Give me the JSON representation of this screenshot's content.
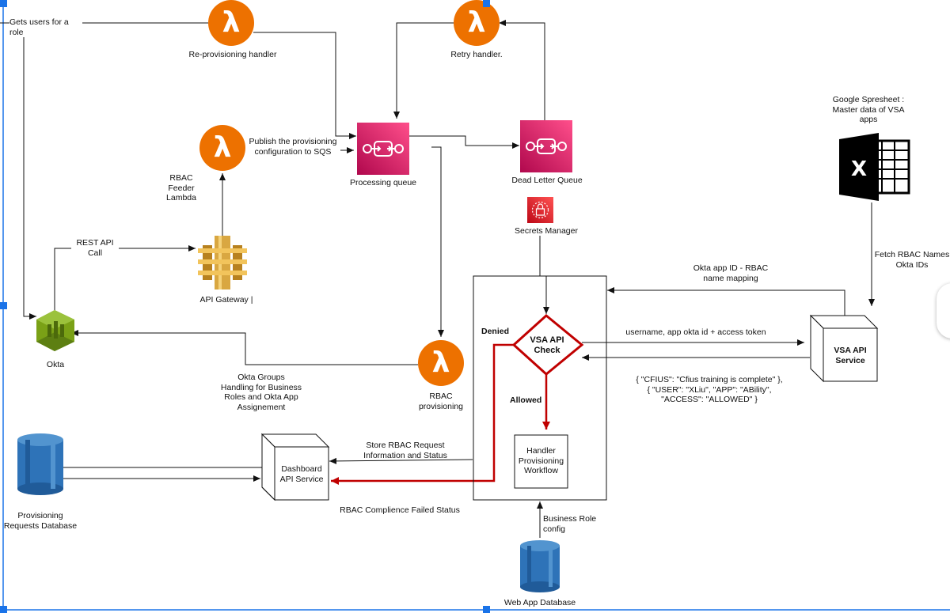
{
  "nodes": {
    "reprovisioning_handler": "Re-provisioning handler",
    "retry_handler": "Retry handler.",
    "rbac_feeder_lambda": "RBAC\nFeeder\nLambda",
    "processing_queue": "Processing queue",
    "dead_letter_queue": "Dead Letter Queue",
    "secrets_manager": "Secrets Manager",
    "api_gateway": "API Gateway |",
    "okta": "Okta",
    "rbac_provisioning": "RBAC\nprovisioning",
    "provisioning_requests_database": "Provisioning\nRequests Database",
    "dashboard_api_service": "Dashboard\nAPI Service",
    "vsa_api_check": "VSA API\nCheck",
    "handler_provisioning_workflow": "Handler\nProvisioning\nWorkflow",
    "vsa_api_service": "VSA API\nService",
    "google_spreadsheet": "Google Spresheet :\nMaster data of VSA\napps",
    "web_app_database": "Web App Database"
  },
  "edges": {
    "gets_users_for_role": "Gets users for a role",
    "publish_config": "Publish the provisioning\nconfiguration to SQS",
    "rest_api_call": "REST API\nCall",
    "okta_groups_handling": "Okta Groups\nHandling for Business\nRoles and Okta App\nAssignement",
    "store_rbac_request": "Store RBAC Request\nInformation and Status",
    "rbac_compliance_failed": "RBAC Complience Failed Status",
    "denied": "Denied",
    "allowed": "Allowed",
    "okta_app_id_mapping": "Okta app ID - RBAC\nname mapping",
    "username_token": "username, app okta id + access token",
    "response_json": "{ \"CFIUS\": \"Cfius training is complete\" },\n{ \"USER\": \"XLiu\", \"APP\": \"ABility\",\n\"ACCESS\": \"ALLOWED\" }",
    "fetch_rbac_names": "Fetch RBAC Names\nOkta IDs",
    "business_role_config": "Business Role\nconfig"
  },
  "colors": {
    "lambda_orange": "#ED7100",
    "sqs_pink": "#E7157B",
    "db_blue": "#2E73B8",
    "okta_green": "#7AA116",
    "apigw_gold": "#D9A741",
    "secrets_red": "#DD344C",
    "denied_red": "#C00000",
    "selection_blue": "#1A73E8"
  },
  "icons": {
    "lambda": "lambda-icon",
    "sqs": "sqs-queue-icon",
    "secrets": "secrets-manager-icon",
    "apigw": "api-gateway-icon",
    "okta": "okta-icon",
    "db": "database-icon",
    "excel": "excel-icon"
  }
}
